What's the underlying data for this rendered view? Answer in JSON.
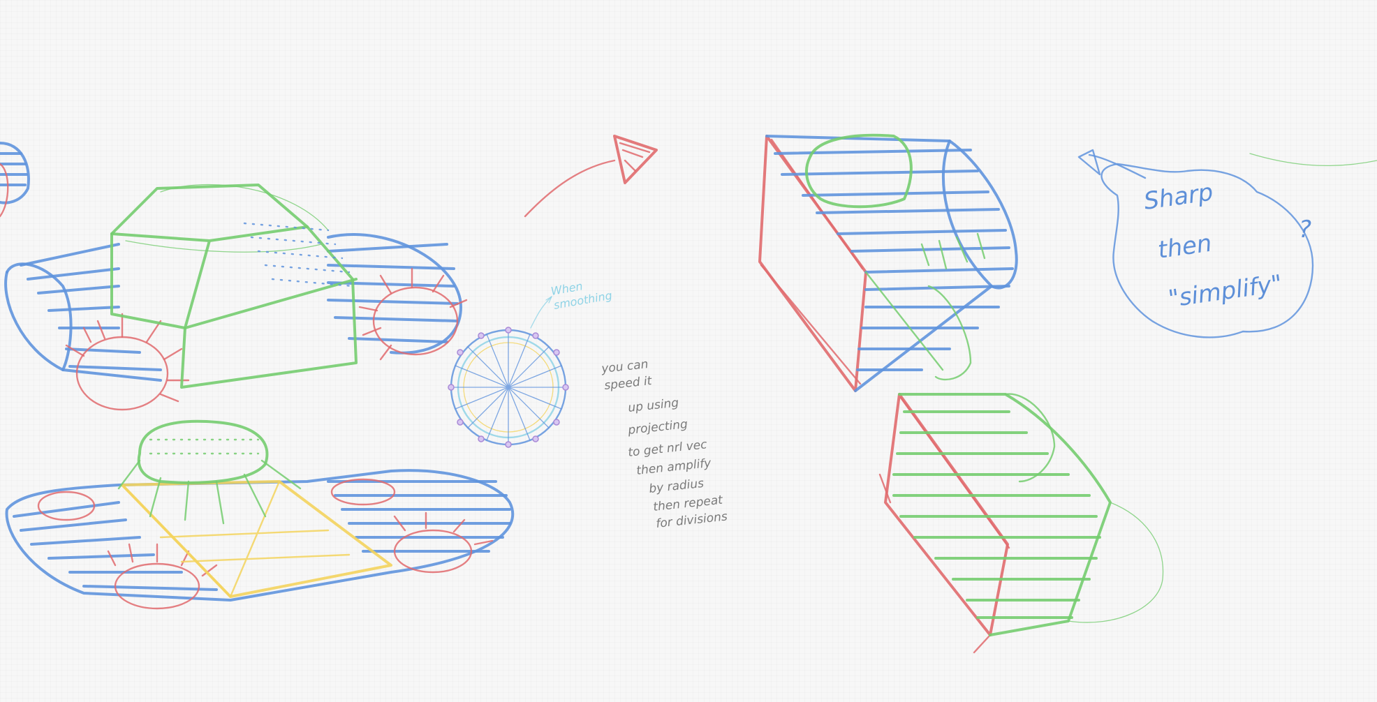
{
  "canvas": {
    "background": "#f7f7f7",
    "ink_colors": {
      "red": "#e06a6d",
      "green": "#74cc6f",
      "blue": "#5f93dd",
      "yellow": "#f3d35d",
      "cyan": "#8fd3e6",
      "purple": "#a98ad6",
      "gray": "#7a7a7a"
    }
  },
  "notes": {
    "when_smoothing": [
      "When",
      "smoothing"
    ],
    "speed_note": [
      "you can",
      "speed it",
      "up using",
      "projecting",
      "to get nrl vec",
      "then amplify",
      "by radius",
      "then repeat",
      "for divisions"
    ],
    "sharp_note": [
      "Sharp",
      "then",
      "\"simplify\""
    ],
    "question_mark": "?"
  }
}
